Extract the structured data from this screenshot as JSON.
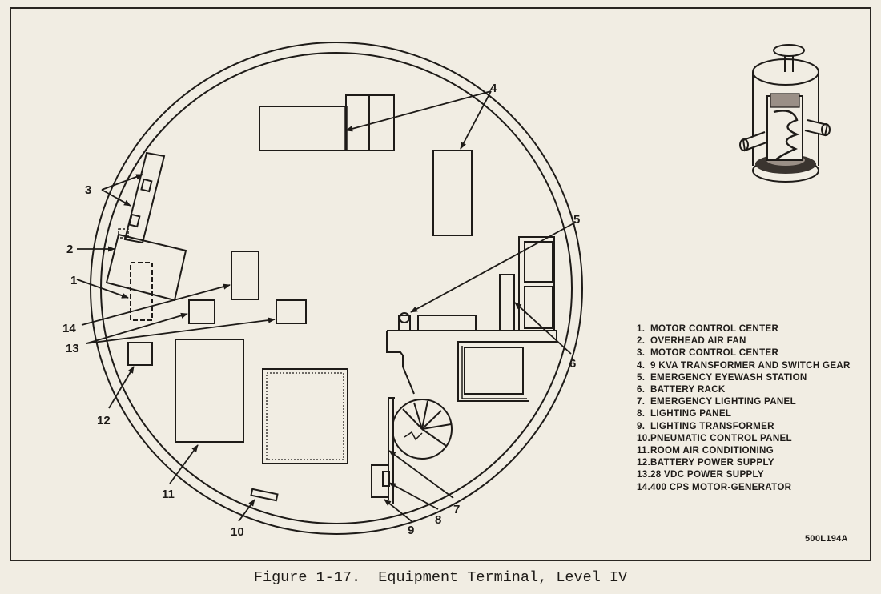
{
  "callouts": [
    "1",
    "2",
    "3",
    "4",
    "5",
    "6",
    "7",
    "8",
    "9",
    "10",
    "11",
    "12",
    "13",
    "14"
  ],
  "legend": [
    {
      "num": "1.",
      "text": "MOTOR CONTROL CENTER"
    },
    {
      "num": "2.",
      "text": "OVERHEAD AIR FAN"
    },
    {
      "num": "3.",
      "text": "MOTOR CONTROL CENTER"
    },
    {
      "num": "4.",
      "text": "9 KVA TRANSFORMER AND SWITCH GEAR"
    },
    {
      "num": "5.",
      "text": "EMERGENCY EYEWASH STATION"
    },
    {
      "num": "6.",
      "text": "BATTERY RACK"
    },
    {
      "num": "7.",
      "text": "EMERGENCY LIGHTING PANEL"
    },
    {
      "num": "8.",
      "text": "LIGHTING PANEL"
    },
    {
      "num": "9.",
      "text": "LIGHTING TRANSFORMER"
    },
    {
      "num": "10.",
      "text": "PNEUMATIC CONTROL PANEL"
    },
    {
      "num": "11.",
      "text": "ROOM AIR CONDITIONING"
    },
    {
      "num": "12.",
      "text": "BATTERY POWER SUPPLY"
    },
    {
      "num": "13.",
      "text": "28 VDC POWER SUPPLY"
    },
    {
      "num": "14.",
      "text": "400 CPS MOTOR-GENERATOR"
    }
  ],
  "drawing_id": "500L194A",
  "caption": "Figure 1-17.  Equipment Terminal, Level IV",
  "colors": {
    "ink": "#1e1b18",
    "paper": "#f1ede3",
    "cutaway": "#9a8f86"
  }
}
